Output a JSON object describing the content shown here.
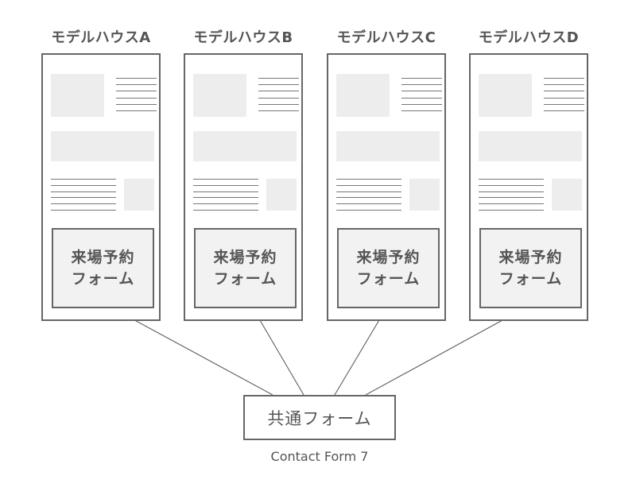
{
  "houses": [
    {
      "title": "モデルハウスA",
      "form_line1": "来場予約",
      "form_line2": "フォーム"
    },
    {
      "title": "モデルハウスB",
      "form_line1": "来場予約",
      "form_line2": "フォーム"
    },
    {
      "title": "モデルハウスC",
      "form_line1": "来場予約",
      "form_line2": "フォーム"
    },
    {
      "title": "モデルハウスD",
      "form_line1": "来場予約",
      "form_line2": "フォーム"
    }
  ],
  "common_form": {
    "label": "共通フォーム",
    "caption": "Contact Form 7"
  },
  "colors": {
    "border": "#666666",
    "text": "#555555",
    "placeholder": "#ededed",
    "form_fill": "#f2f2f2"
  }
}
